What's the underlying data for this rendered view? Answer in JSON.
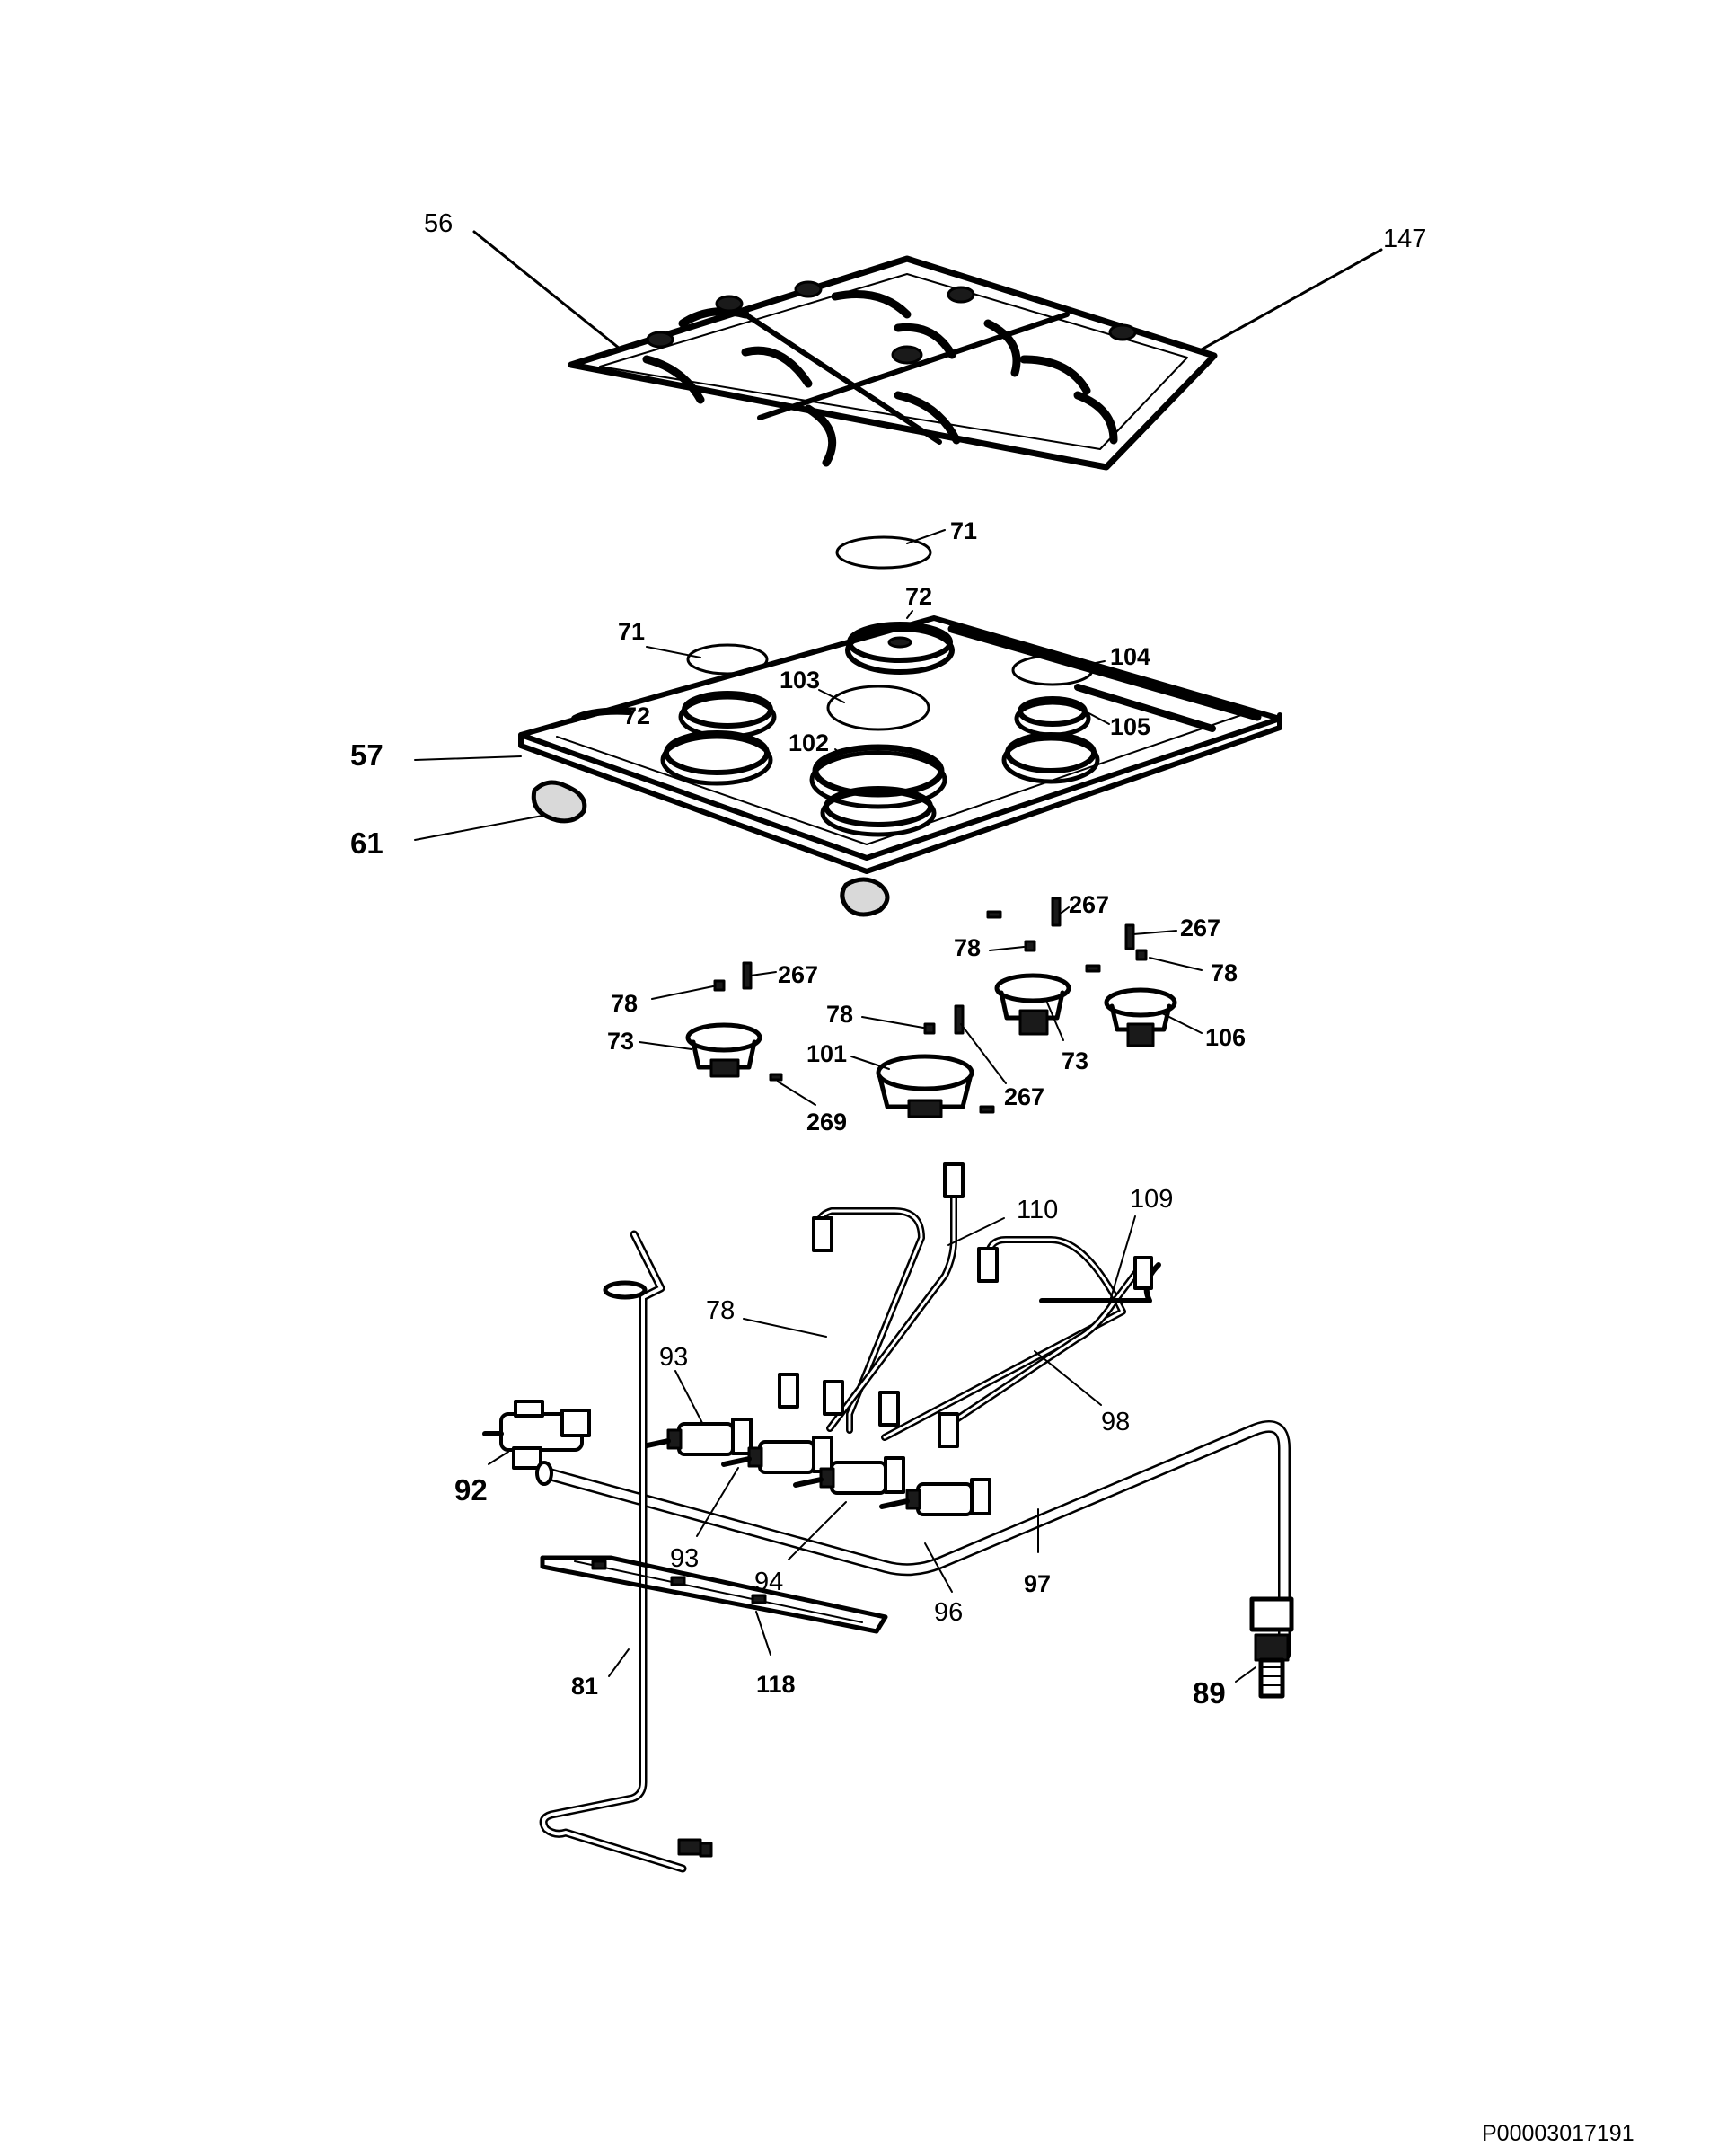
{
  "labels": {
    "l56": "56",
    "l147": "147",
    "l71a": "71",
    "l72a": "72",
    "l71b": "71",
    "l104": "104",
    "l103": "103",
    "l72b": "72",
    "l105": "105",
    "l57": "57",
    "l102": "102",
    "l61": "61",
    "l267a": "267",
    "l267b": "267",
    "l78a": "78",
    "l78b": "78",
    "l267c": "267",
    "l78c": "78",
    "l78d": "78",
    "l73a": "73",
    "l73b": "73",
    "l106": "106",
    "l101": "101",
    "l267d": "267",
    "l269": "269",
    "l110": "110",
    "l109": "109",
    "l78e": "78",
    "l93a": "93",
    "l98": "98",
    "l92": "92",
    "l93b": "93",
    "l94": "94",
    "l97": "97",
    "l96": "96",
    "l81": "81",
    "l118": "118",
    "l89": "89"
  },
  "drawing_code": "P00003017191"
}
